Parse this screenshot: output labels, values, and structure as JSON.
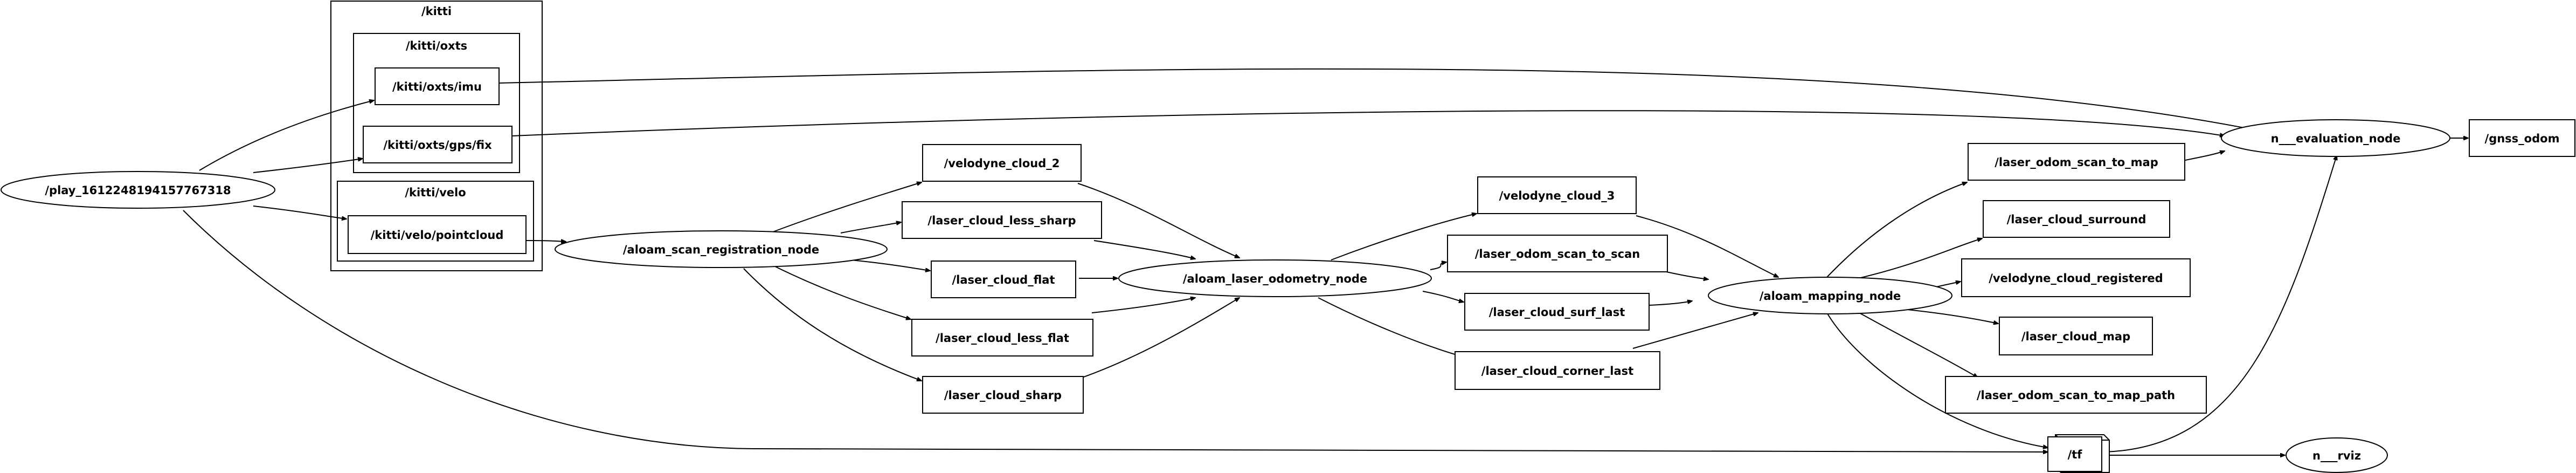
{
  "graph": {
    "clusters": {
      "kitti": "/kitti",
      "kitti_oxts": "/kitti/oxts",
      "kitti_velo": "/kitti/velo"
    },
    "nodes": {
      "play": "/play_1612248194157767318",
      "imu": "/kitti/oxts/imu",
      "gps_fix": "/kitti/oxts/gps/fix",
      "pointcloud": "/kitti/velo/pointcloud",
      "scan_registration": "/aloam_scan_registration_node",
      "velodyne_cloud_2": "/velodyne_cloud_2",
      "laser_cloud_less_sharp": "/laser_cloud_less_sharp",
      "laser_cloud_flat": "/laser_cloud_flat",
      "laser_cloud_less_flat": "/laser_cloud_less_flat",
      "laser_cloud_sharp": "/laser_cloud_sharp",
      "laser_odometry": "/aloam_laser_odometry_node",
      "velodyne_cloud_3": "/velodyne_cloud_3",
      "laser_odom_scan_to_scan": "/laser_odom_scan_to_scan",
      "laser_cloud_surf_last": "/laser_cloud_surf_last",
      "laser_cloud_corner_last": "/laser_cloud_corner_last",
      "mapping": "/aloam_mapping_node",
      "laser_odom_scan_to_map": "/laser_odom_scan_to_map",
      "laser_cloud_surround": "/laser_cloud_surround",
      "velodyne_cloud_registered": "/velodyne_cloud_registered",
      "laser_cloud_map": "/laser_cloud_map",
      "laser_odom_scan_to_map_path": "/laser_odom_scan_to_map_path",
      "evaluation": "n___evaluation_node",
      "gnss_odom": "/gnss_odom",
      "tf": "/tf",
      "rviz": "n___rviz"
    }
  }
}
